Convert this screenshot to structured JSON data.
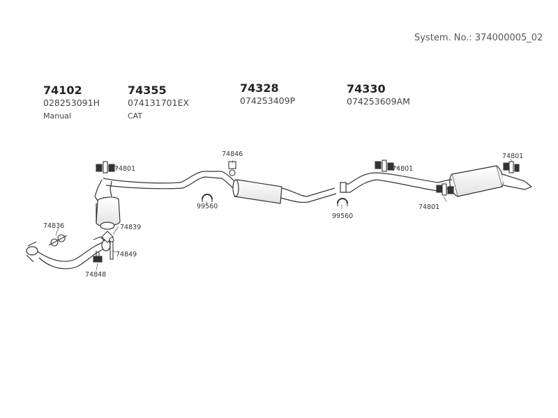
{
  "system": {
    "label": "System. No.: 374000005_02"
  },
  "parts": [
    {
      "number": "74102",
      "code": "028253091H",
      "note": "Manual"
    },
    {
      "number": "74355",
      "code": "074131701EX",
      "note": "CAT"
    },
    {
      "number": "74328",
      "code": "074253409P",
      "note": ""
    },
    {
      "number": "74330",
      "code": "074253609AM",
      "note": ""
    }
  ],
  "callouts": {
    "hanger_front": "74801",
    "hanger_mid": "74801",
    "hanger_rear_top": "74801",
    "hanger_rear_bottom": "74801",
    "bracket": "74846",
    "clamp_left": "99560",
    "clamp_right": "99560",
    "gasket_left": "74836",
    "gasket_cat": "74839",
    "bolt": "74849",
    "mount": "74848"
  }
}
